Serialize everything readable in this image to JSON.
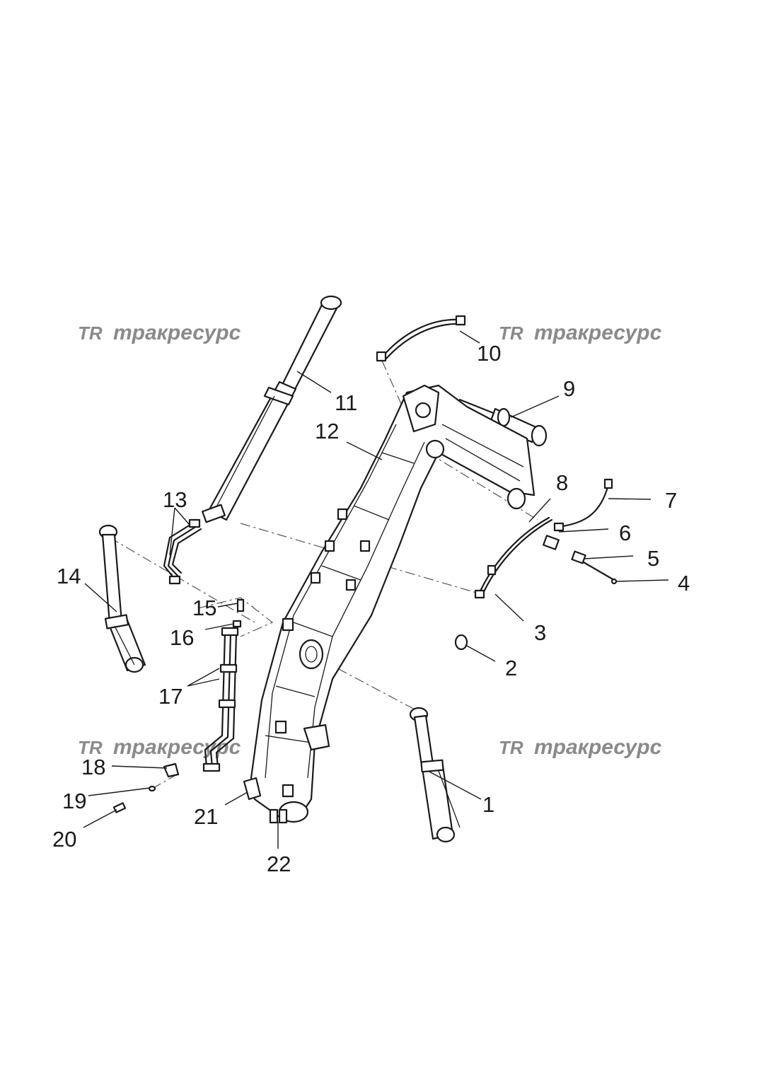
{
  "watermark": {
    "logo": "TR",
    "text": "тракресурс"
  },
  "callouts": [
    "1",
    "2",
    "3",
    "4",
    "5",
    "6",
    "7",
    "8",
    "9",
    "10",
    "11",
    "12",
    "13",
    "14",
    "15",
    "16",
    "17",
    "18",
    "19",
    "20",
    "21",
    "22"
  ]
}
